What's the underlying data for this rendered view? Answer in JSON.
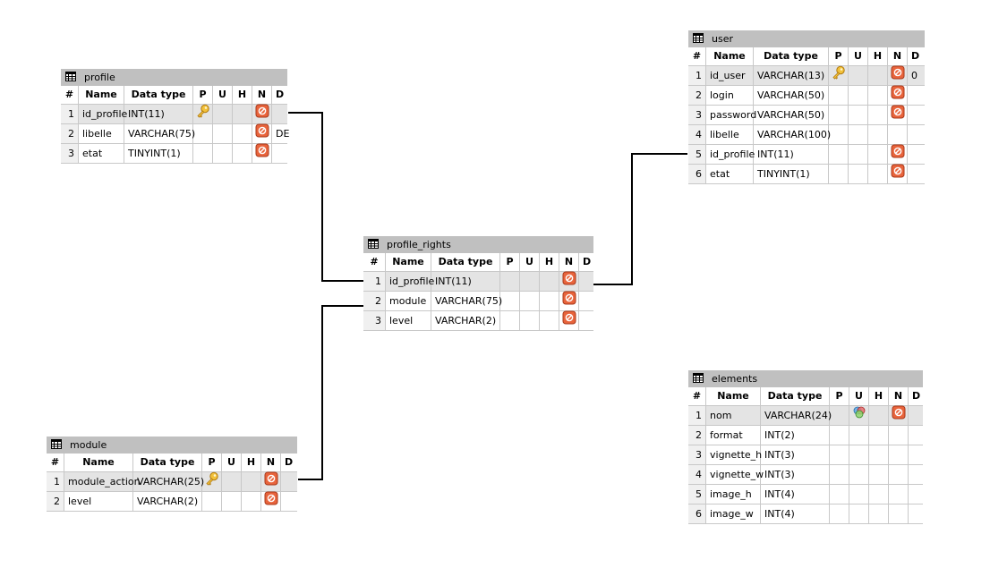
{
  "header": {
    "num": "#",
    "name": "Name",
    "type": "Data type",
    "p": "P",
    "u": "U",
    "h": "H",
    "n": "N",
    "d": "D"
  },
  "icons": {
    "table": "table-grid-icon",
    "pk": "key-icon",
    "nn": "not-null-icon",
    "uq": "unique-icon"
  },
  "tables": [
    {
      "id": "profile",
      "name": "profile",
      "rows": [
        {
          "num": "1",
          "name": "id_profile",
          "type": "INT(11)",
          "pk": true,
          "uq": false,
          "nn": true,
          "def": ""
        },
        {
          "num": "2",
          "name": "libelle",
          "type": "VARCHAR(75)",
          "pk": false,
          "uq": false,
          "nn": true,
          "def": "DE"
        },
        {
          "num": "3",
          "name": "etat",
          "type": "TINYINT(1)",
          "pk": false,
          "uq": false,
          "nn": true,
          "def": ""
        }
      ]
    },
    {
      "id": "user",
      "name": "user",
      "rows": [
        {
          "num": "1",
          "name": "id_user",
          "type": "VARCHAR(13)",
          "pk": true,
          "uq": false,
          "nn": true,
          "def": "0"
        },
        {
          "num": "2",
          "name": "login",
          "type": "VARCHAR(50)",
          "pk": false,
          "uq": false,
          "nn": true,
          "def": ""
        },
        {
          "num": "3",
          "name": "password",
          "type": "VARCHAR(50)",
          "pk": false,
          "uq": false,
          "nn": true,
          "def": ""
        },
        {
          "num": "4",
          "name": "libelle",
          "type": "VARCHAR(100)",
          "pk": false,
          "uq": false,
          "nn": false,
          "def": ""
        },
        {
          "num": "5",
          "name": "id_profile",
          "type": "INT(11)",
          "pk": false,
          "uq": false,
          "nn": true,
          "def": ""
        },
        {
          "num": "6",
          "name": "etat",
          "type": "TINYINT(1)",
          "pk": false,
          "uq": false,
          "nn": true,
          "def": ""
        }
      ]
    },
    {
      "id": "profile_rights",
      "name": "profile_rights",
      "rows": [
        {
          "num": "1",
          "name": "id_profile",
          "type": "INT(11)",
          "pk": false,
          "uq": false,
          "nn": true,
          "def": ""
        },
        {
          "num": "2",
          "name": "module",
          "type": "VARCHAR(75)",
          "pk": false,
          "uq": false,
          "nn": true,
          "def": ""
        },
        {
          "num": "3",
          "name": "level",
          "type": "VARCHAR(2)",
          "pk": false,
          "uq": false,
          "nn": true,
          "def": ""
        }
      ]
    },
    {
      "id": "module",
      "name": "module",
      "rows": [
        {
          "num": "1",
          "name": "module_action",
          "type": "VARCHAR(25)",
          "pk": true,
          "uq": false,
          "nn": true,
          "def": ""
        },
        {
          "num": "2",
          "name": "level",
          "type": "VARCHAR(2)",
          "pk": false,
          "uq": false,
          "nn": true,
          "def": ""
        }
      ]
    },
    {
      "id": "elements",
      "name": "elements",
      "rows": [
        {
          "num": "1",
          "name": "nom",
          "type": "VARCHAR(24)",
          "pk": false,
          "uq": true,
          "nn": true,
          "def": ""
        },
        {
          "num": "2",
          "name": "format",
          "type": "INT(2)",
          "pk": false,
          "uq": false,
          "nn": false,
          "def": ""
        },
        {
          "num": "3",
          "name": "vignette_h",
          "type": "INT(3)",
          "pk": false,
          "uq": false,
          "nn": false,
          "def": ""
        },
        {
          "num": "4",
          "name": "vignette_w",
          "type": "INT(3)",
          "pk": false,
          "uq": false,
          "nn": false,
          "def": ""
        },
        {
          "num": "5",
          "name": "image_h",
          "type": "INT(4)",
          "pk": false,
          "uq": false,
          "nn": false,
          "def": ""
        },
        {
          "num": "6",
          "name": "image_w",
          "type": "INT(4)",
          "pk": false,
          "uq": false,
          "nn": false,
          "def": ""
        }
      ]
    }
  ]
}
